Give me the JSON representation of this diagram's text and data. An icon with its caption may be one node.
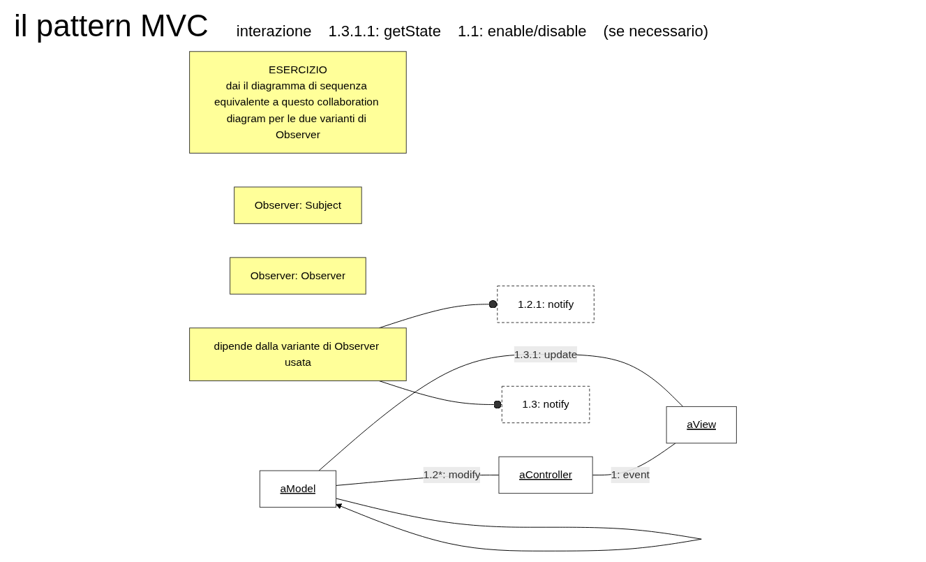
{
  "diagram": {
    "title": "il pattern MVC",
    "nodes": [
      {
        "text": [
          "ESERCIZIO",
          "dai il diagramma di sequenza equivalente a questo collaboration diagram per le due varianti di Observer"
        ]
      },
      {
        "text": [
          "Observer: Subject"
        ]
      },
      {
        "text": [
          "Observer: Observer"
        ]
      },
      {
        "text": [
          "aModel"
        ]
      },
      {
        "text": [
          "aView"
        ]
      },
      {
        "text": [
          "1.2.1: notify"
        ]
      },
      {
        "text": [
          "dipende dalla variante di Observer usata"
        ]
      },
      {
        "text": [
          "aController"
        ]
      },
      {
        "text": [
          "1.3: notify"
        ]
      }
    ],
    "edges": [
      {
        "from": 3,
        "to": 4,
        "arrow": "none",
        "label": "1.3.1: update"
      },
      {
        "from": 3,
        "to": 3,
        "arrow": "to"
      },
      {
        "from": 3,
        "to": 7,
        "arrow": "none",
        "label": "1.2*: modify"
      },
      {
        "from": 7,
        "to": 4,
        "arrow": "none",
        "label": "1: event"
      },
      {
        "from": 6,
        "to": 5,
        "arrow": "other"
      },
      {
        "from": 6,
        "to": 8,
        "arrow": "other"
      }
    ],
    "labels": [
      "interazione",
      "1.3.1.1: getState",
      "1.1: enable/disable",
      "(se necessario)"
    ]
  }
}
